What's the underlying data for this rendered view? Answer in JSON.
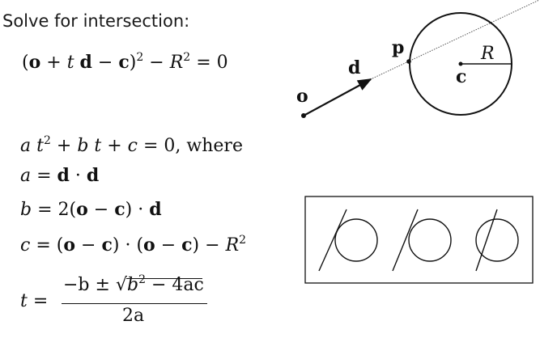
{
  "heading": "Solve for intersection:",
  "equations": {
    "main": {
      "lhs_open": "(",
      "o": "o",
      "plus": " + ",
      "t": "t",
      "d": "d",
      "minus": " − ",
      "c": "c",
      "close": ")",
      "exp": "2",
      "minus2": " − ",
      "R": "R",
      "rest": " = 0"
    },
    "quadratic": {
      "a": "a",
      "t": "t",
      "exp": "2",
      "plus1": " + ",
      "b": "b",
      "t2": "t",
      "plus2": " + ",
      "c": "c",
      "eq": " = 0,",
      "where": "  where"
    },
    "a_line": {
      "a": "a",
      "eq": " = ",
      "d1": "d",
      "dot": " · ",
      "d2": "d"
    },
    "b_line": {
      "b": "b",
      "eq": " = 2(",
      "o": "o",
      "minus": " − ",
      "c": "c",
      "close": ")",
      "dot": " · ",
      "d": "d"
    },
    "c_line": {
      "c": "c",
      "eq": " = (",
      "o1": "o",
      "minus1": " − ",
      "c1": "c",
      "close1": ")",
      "dot": " · ",
      "open2": "(",
      "o2": "o",
      "minus2": " − ",
      "c2": "c",
      "close2": ")",
      "minus3": " − ",
      "R": "R",
      "exp": "2"
    },
    "t_line": {
      "t": "t",
      "eq": "=",
      "num_pre": "−b ± ",
      "radical": "√",
      "radicand_b": "b",
      "radicand_exp": "2",
      "radicand_rest": " − 4ac",
      "den": "2a"
    }
  },
  "diagram": {
    "label_o": "o",
    "label_d": "d",
    "label_p": "p",
    "label_c": "c",
    "label_R": "R"
  }
}
